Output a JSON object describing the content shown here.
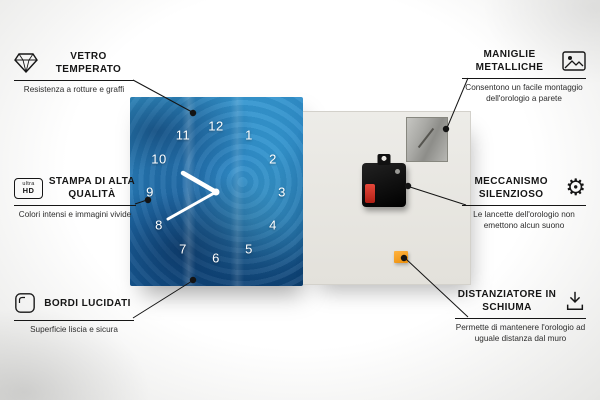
{
  "callouts": {
    "vetro": {
      "title": "VETRO TEMPERATO",
      "desc": "Resistenza a rotture e graffi"
    },
    "stampa": {
      "title": "STAMPA DI ALTA QUALITÀ",
      "desc": "Colori intensi e immagini vivide"
    },
    "bordi": {
      "title": "BORDI LUCIDATI",
      "desc": "Superficie liscia e sicura"
    },
    "maniglie": {
      "title": "MANIGLIE METALLICHE",
      "desc": "Consentono un facile montaggio dell'orologio a parete"
    },
    "meccanismo": {
      "title": "MECCANISMO SILENZIOSO",
      "desc": "Le lancette dell'orologio non emettono alcun suono"
    },
    "distanziatore": {
      "title": "DISTANZIATORE IN SCHIUMA",
      "desc": "Permette di mantenere l'orologio ad uguale distanza dal muro"
    }
  },
  "badge": {
    "line1": "ultra",
    "line2": "HD"
  },
  "clock": {
    "numbers": [
      "12",
      "1",
      "2",
      "3",
      "4",
      "5",
      "6",
      "7",
      "8",
      "9",
      "10",
      "11"
    ]
  },
  "colors": {
    "foam_orange": "#f39c12",
    "battery_red": "#cf2b20",
    "clock_blue": "#2478bb",
    "line": "#141414"
  }
}
